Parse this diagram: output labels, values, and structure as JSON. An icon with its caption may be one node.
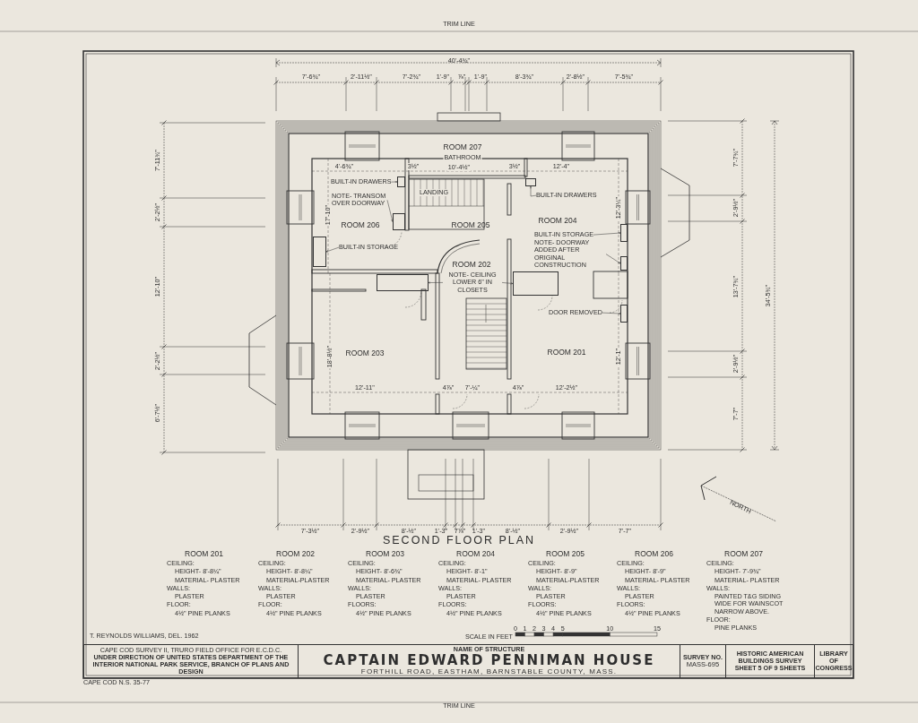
{
  "diagram": {
    "caption": "SECOND FLOOR PLAN",
    "nodes": [
      {
        "text": [
          "CAPE COD SURVEY II, TRURO FIELD OFFICE FOR E.C.D.C.",
          "UNDER DIRECTION OF UNITED STATES DEPARTMENT OF THE INTERIOR NATIONAL PARK SERVICE, BRANCH OF PLANS AND DESIGN"
        ]
      },
      {
        "text": [
          "NAME OF STRUCTURE",
          "CAPTAIN EDWARD PENNIMAN HOUSE",
          "FORTHILL ROAD, EASTHAM, BARNSTABLE COUNTY, MASS."
        ]
      },
      {
        "text": [
          "SURVEY NO.",
          "MASS-695"
        ]
      },
      {
        "text": [
          "HISTORIC AMERICAN BUILDINGS SURVEY",
          "SHEET 5 OF 9 SHEETS"
        ]
      },
      {
        "text": [
          "LIBRARY OF CONGRESS"
        ]
      },
      {
        "text": [
          "BUILT-IN DRAWERS"
        ]
      },
      {
        "text": [
          "NOTE- TRANSOM OVER DOORWAY"
        ]
      },
      {
        "text": [
          "BUILT-IN STORAGE"
        ]
      },
      {
        "text": [
          "BUILT-IN DRAWERS"
        ]
      },
      {
        "text": [
          "BUILT-IN STORAGE"
        ]
      },
      {
        "text": [
          "NOTE- DOORWAY ADDED AFTER ORIGINAL CONSTRUCTION"
        ]
      },
      {
        "text": [
          "DOOR REMOVED"
        ]
      },
      {
        "text": [
          "NOTE- CEILING LOWER 6\" IN CLOSETS"
        ]
      },
      {
        "text": [],
        "shape": "box"
      },
      {
        "text": [],
        "shape": "box"
      },
      {
        "text": [],
        "shape": "box"
      },
      {
        "text": [],
        "shape": "box"
      },
      {
        "text": [],
        "shape": "box"
      },
      {
        "text": [],
        "shape": "box"
      },
      {
        "text": [],
        "shape": "box"
      },
      {
        "text": [],
        "shape": "box"
      },
      {
        "text": [],
        "shape": "box"
      }
    ],
    "edges": [
      {
        "from": 5,
        "to": 13,
        "arrow": "to"
      },
      {
        "from": 6,
        "to": 14,
        "arrow": "to"
      },
      {
        "from": 7,
        "to": 15,
        "arrow": "to"
      },
      {
        "from": 8,
        "to": 16,
        "arrow": "to"
      },
      {
        "from": 9,
        "to": 17,
        "arrow": "to"
      },
      {
        "from": 10,
        "to": 18,
        "arrow": "to"
      },
      {
        "from": 11,
        "to": 19,
        "arrow": "to"
      },
      {
        "from": 12,
        "to": 20,
        "arrow": "to"
      },
      {
        "from": 12,
        "to": 21,
        "arrow": "to"
      }
    ],
    "labels": [
      "TRIM LINE",
      "40'-4¾\"",
      "7'-6¾\"",
      "2'-11½\"",
      "7'-2¾\"",
      "1'-9\"",
      "⅞\"",
      "1'-9\"",
      "8'-3¾\"",
      "2'-8½\"",
      "7'-5¾\"",
      "7'-11¾\"",
      "2'-2½\"",
      "12'-10\"",
      "2'-2½\"",
      "6'-7½\"",
      "7'-7¾\"",
      "2'-9½\"",
      "13'-7¾\"",
      "2'-9½\"",
      "7'-7\"",
      "34'-5¾\"",
      "ROOM 207",
      "BATHROOM",
      "4'-6¾\"",
      "3½\"",
      "10'-4½\"",
      "3½\"",
      "12'-4\"",
      "LANDING",
      "ROOM 206",
      "ROOM 205",
      "ROOM 204",
      "17'-10\"",
      "12'-3¼\"",
      "ROOM 202",
      "ROOM 203",
      "ROOM 201",
      "18'-8½\"",
      "12'-1\"",
      "12'-11\"",
      "4⅞\"",
      "7'-¼\"",
      "4⅞\"",
      "12'-2½\"",
      "7'-3½\"",
      "2'-9½\"",
      "8'-½\"",
      "1'-3\"",
      "7⅞\"",
      "1'-3\"",
      "8'-½\"",
      "2'-9½\"",
      "7'-7\"",
      "NORTH",
      "ROOM 201",
      "CEILING:",
      "HEIGHT- 8'-8¼\"",
      "MATERIAL- PLASTER",
      "WALLS:",
      "PLASTER",
      "FLOOR:",
      "4½\" PINE PLANKS",
      "ROOM 202",
      "CEILING:",
      "HEIGHT- 8'-8¼\"",
      "MATERIAL-PLASTER",
      "WALLS:",
      "PLASTER",
      "FLOOR:",
      "4½\" PINE PLANKS",
      "ROOM 203",
      "CEILING:",
      "HEIGHT- 8'-6¾\"",
      "MATERIAL- PLASTER",
      "WALLS:",
      "PLASTER",
      "FLOORS:",
      "4½\" PINE PLANKS",
      "ROOM 204",
      "CEILING:",
      "HEIGHT- 8'-1\"",
      "MATERIAL- PLASTER",
      "WALLS:",
      "PLASTER",
      "FLOORS:",
      "4½\" PINE PLANKS",
      "ROOM 205",
      "CEILING:",
      "HEIGHT- 8'-9\"",
      "MATERIAL-PLASTER",
      "WALLS:",
      "PLASTER",
      "FLOORS:",
      "4½\" PINE PLANKS",
      "ROOM 206",
      "CEILING:",
      "HEIGHT- 8'-9\"",
      "MATERIAL- PLASTER",
      "WALLS:",
      "PLASTER",
      "FLOORS:",
      "4½\" PINE PLANKS",
      "ROOM 207",
      "CEILING:",
      "HEIGHT- 7'-9¾\"",
      "MATERIAL- PLASTER",
      "WALLS:",
      "PAINTED T&G SIDING WIDE FOR WAINSCOT NARROW ABOVE.",
      "FLOOR:",
      "PINE PLANKS",
      "T. REYNOLDS WILLIAMS, DEL. 1962",
      "SCALE IN FEET",
      "0",
      "1",
      "2",
      "3",
      "4",
      "5",
      "10",
      "15",
      "CAPE COD N.S. 35-77",
      "TRIM LINE"
    ]
  }
}
